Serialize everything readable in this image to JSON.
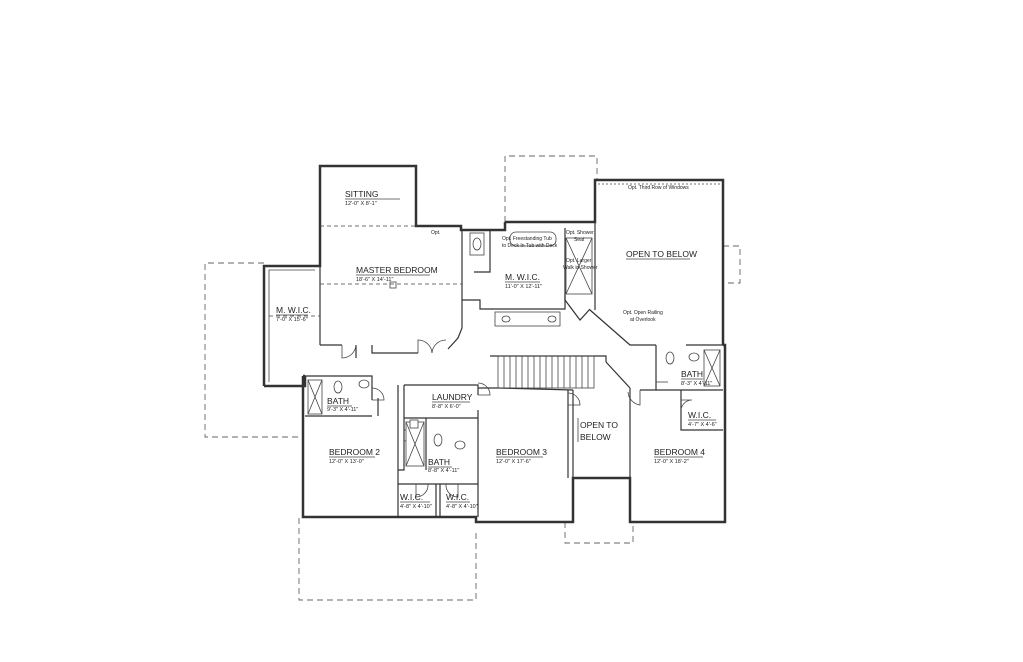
{
  "rooms": {
    "sitting": {
      "name": "SITTING",
      "dims": "12'-0\" X 8'-1\""
    },
    "master_bedroom": {
      "name": "MASTER BEDROOM",
      "dims": "18'-6\" X 14'-11\""
    },
    "master_wic_left": {
      "name": "M. W.I.C.",
      "dims": "7'-0\" X 15'-6\""
    },
    "master_wic_right": {
      "name": "M. W.I.C.",
      "dims": "11'-0\" X 12'-11\""
    },
    "open_to_below_main": {
      "name": "OPEN TO BELOW"
    },
    "bath_1": {
      "name": "BATH",
      "dims": "9'-3\" X 4'-11\""
    },
    "laundry": {
      "name": "LAUNDRY",
      "dims": "8'-8\" X 6'-0\""
    },
    "bedroom_2": {
      "name": "BEDROOM 2",
      "dims": "12'-0\" X 13'-0\""
    },
    "bath_2": {
      "name": "BATH",
      "dims": "8'-8\" X 4'-11\""
    },
    "bedroom_3": {
      "name": "BEDROOM 3",
      "dims": "12'-0\" X 17'-6\""
    },
    "open_to_below_small": {
      "line1": "OPEN TO",
      "line2": "BELOW"
    },
    "wic_1": {
      "name": "W.I.C.",
      "dims": "4'-8\" X 4'-10\""
    },
    "wic_2": {
      "name": "W.I.C.",
      "dims": "4'-8\" X 4'-10\""
    },
    "bath_3": {
      "name": "BATH",
      "dims": "8'-3\" X 4'-11\""
    },
    "wic_3": {
      "name": "W.I.C.",
      "dims": "4'-7\" X 4'-6\""
    },
    "bedroom_4": {
      "name": "BEDROOM 4",
      "dims": "12'-0\" X 18'-2\""
    }
  },
  "notes": {
    "windows": "Opt. Third Row of Windows",
    "opt_master": "Opt.",
    "tub_line1": "Opt. Freestanding Tub",
    "tub_line2": "to Deck In Tub with Deck",
    "shower_1": "Opt. Shower",
    "shower_2": "Seat",
    "shower_3": "Opt. Larger",
    "shower_4": "Walk in Shower",
    "railing_1": "Opt. Open Railing",
    "railing_2": "at Overlook"
  }
}
